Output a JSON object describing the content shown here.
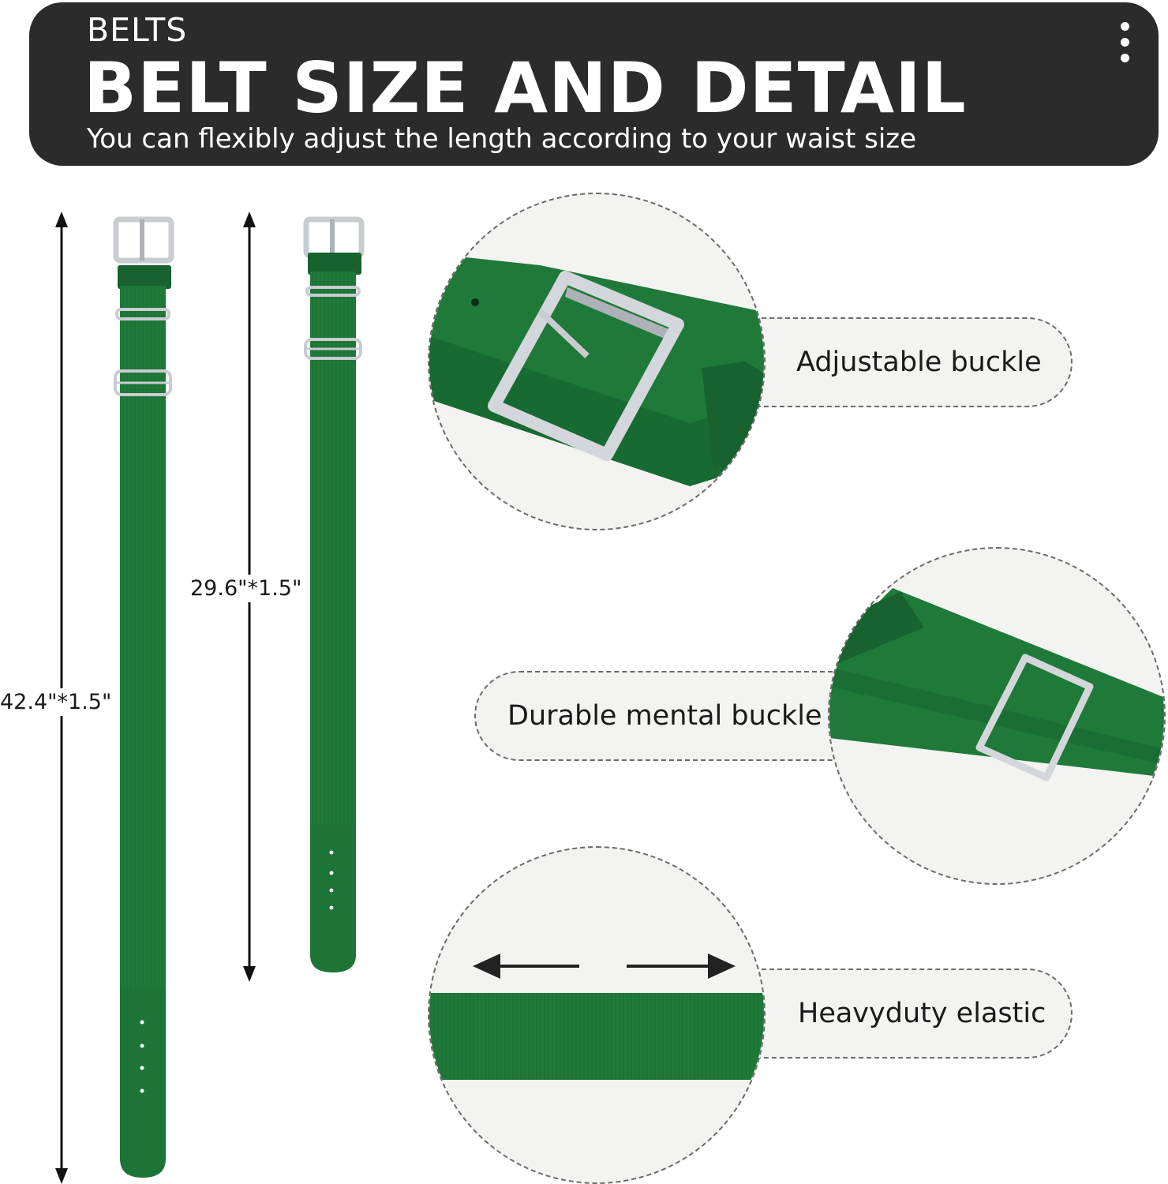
{
  "header": {
    "eyebrow": "BELTS",
    "title": "BELT SIZE AND DETAIL",
    "subtitle": "You can flexibly adjust the length according to your waist size",
    "background": "#2b2b2b",
    "menu_icon": "kebab-menu-icon"
  },
  "dimensions": {
    "long_belt": "42.4\"*1.5\"",
    "short_belt": "29.6\"*1.5\""
  },
  "features": [
    {
      "label": "Adjustable buckle",
      "icon": "buckle-closeup"
    },
    {
      "label": "Durable mental buckle",
      "icon": "slider-closeup"
    },
    {
      "label": "Heavyduty elastic",
      "icon": "elastic-stretch-arrows"
    }
  ],
  "colors": {
    "belt_green": "#1f7a3a",
    "belt_dark": "#17622e",
    "metal": "#c9ccd1",
    "pill_bg": "#f3f3f1"
  }
}
